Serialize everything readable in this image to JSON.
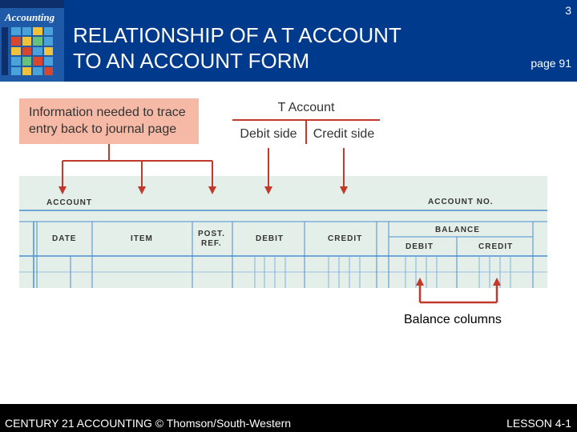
{
  "slide": {
    "number": "3",
    "title_line1": "RELATIONSHIP OF A T ACCOUNT",
    "title_line2": "TO AN ACCOUNT FORM",
    "page_ref": "page 91",
    "book_brand": "Accounting"
  },
  "diagram": {
    "info_box_line1": "Information needed to trace",
    "info_box_line2": "entry back to journal page",
    "t_account_title": "T Account",
    "t_account_debit": "Debit side",
    "t_account_credit": "Credit side",
    "form": {
      "account_label": "ACCOUNT",
      "account_no_label": "ACCOUNT NO.",
      "columns": {
        "date": "DATE",
        "item": "ITEM",
        "post_ref_line1": "POST.",
        "post_ref_line2": "REF.",
        "debit": "DEBIT",
        "credit": "CREDIT",
        "balance": "BALANCE",
        "balance_debit": "DEBIT",
        "balance_credit": "CREDIT"
      }
    },
    "balance_columns_label": "Balance columns"
  },
  "footer": {
    "left": "CENTURY 21 ACCOUNTING © Thomson/South-Western",
    "right": "LESSON  4-1"
  },
  "colors": {
    "header_bg": "#003a8c",
    "info_box_bg": "#f6b9a5",
    "arrow_red": "#c0392b",
    "form_bg": "#e4efe9",
    "form_lines": "#4a8fd0",
    "footer_bg": "#000000"
  }
}
